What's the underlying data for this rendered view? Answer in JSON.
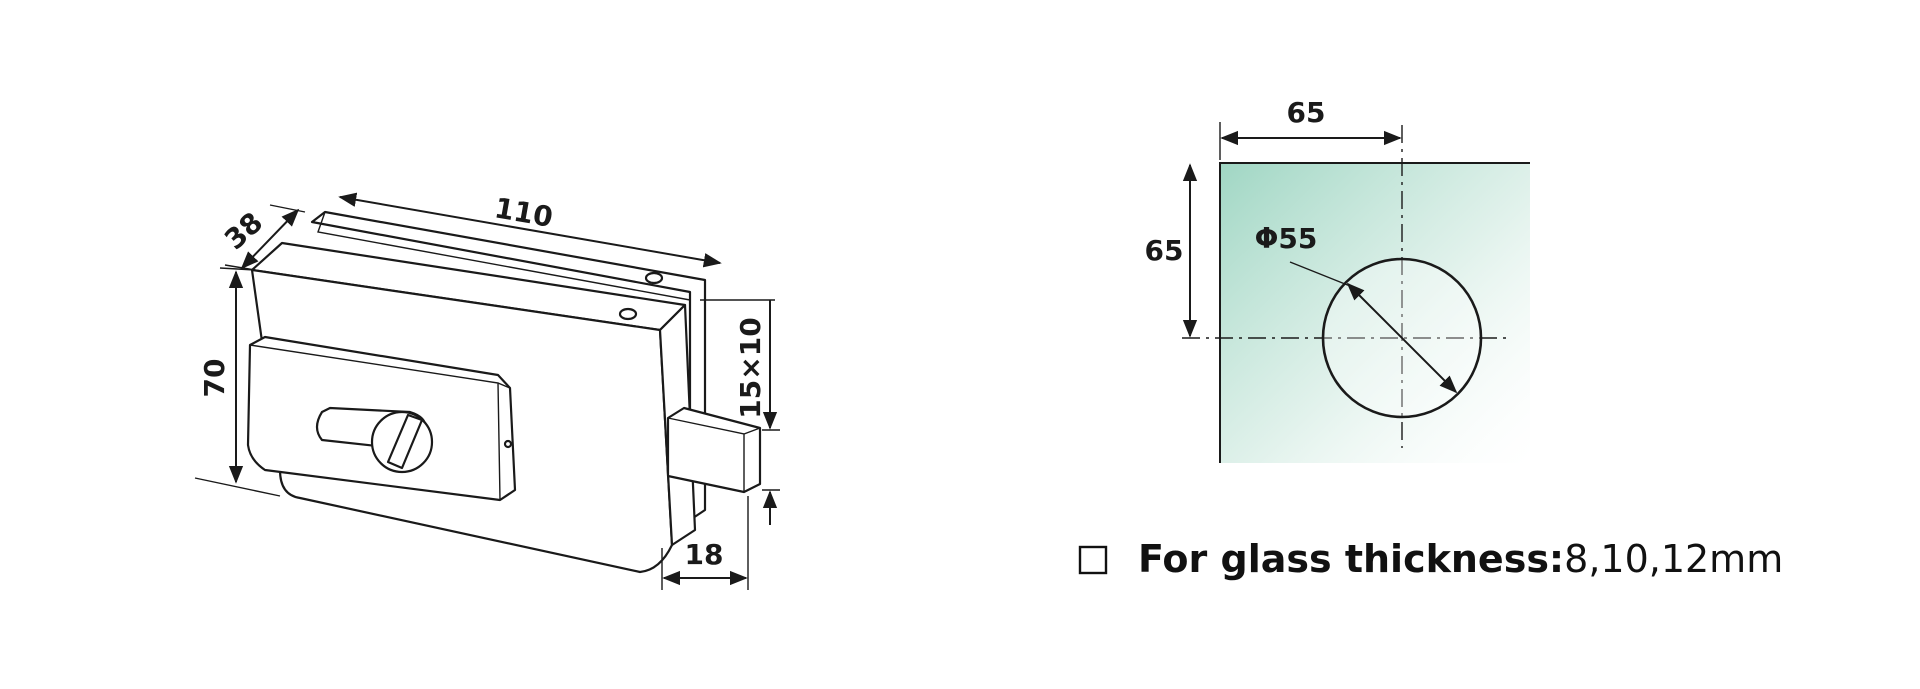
{
  "lock_drawing": {
    "dim_depth": "38",
    "dim_length": "110",
    "dim_height": "70",
    "dim_bolt_section": "15×10",
    "dim_bolt_throw": "18"
  },
  "glass_drawing": {
    "dim_hole_x": "65",
    "dim_hole_y": "65",
    "dim_hole_diameter": "Φ55"
  },
  "spec": {
    "label": "For glass thickness:",
    "value": "8,10,12mm"
  },
  "colors": {
    "glass_tint": "#a8d8c8",
    "line": "#1a1a1a"
  }
}
